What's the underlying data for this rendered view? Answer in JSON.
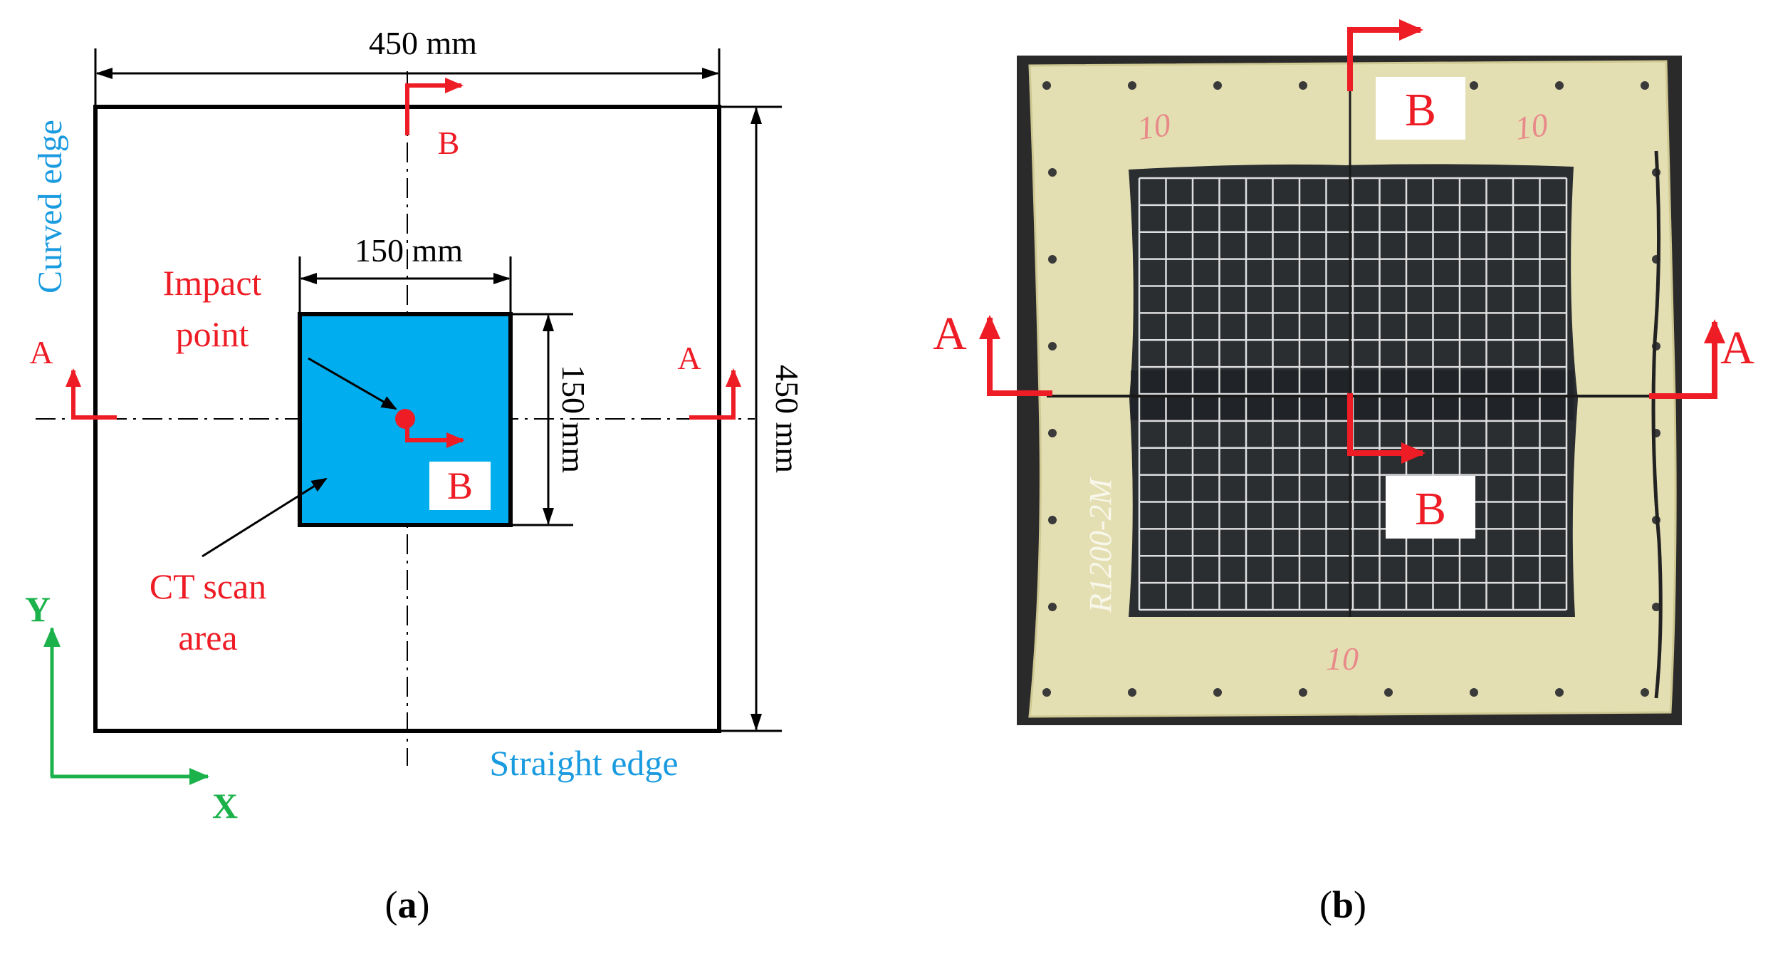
{
  "colors": {
    "red": "#ee1c25",
    "blue_text": "#1a9be0",
    "ct_fill": "#00aeef",
    "green": "#1bb24b",
    "black": "#000000",
    "board": "#e4dfb2",
    "board_edge": "#cfc893",
    "photo_bg": "#2a2a2a",
    "panel_dark": "#2b2e31"
  },
  "panel_a": {
    "caption_open": "(",
    "caption_letter": "a",
    "caption_close": ")",
    "dim_top": "450 mm",
    "dim_right": "450 mm",
    "dim_inner_width": "150 mm",
    "dim_inner_height": "150 mm",
    "label_curved_edge": "Curved edge",
    "label_straight_edge": "Straight edge",
    "impact_point_line1": "Impact",
    "impact_point_line2": "point",
    "ct_scan_line1": "CT scan",
    "ct_scan_line2": "area",
    "section_a_left": "A",
    "section_a_right": "A",
    "section_b_top": "B",
    "section_b_center": "B",
    "axis_y": "Y",
    "axis_x": "X"
  },
  "panel_b": {
    "caption_open": "(",
    "caption_letter": "b",
    "caption_close": ")",
    "section_b_top": "B",
    "section_b_center": "B",
    "section_a_left": "A",
    "section_a_right": "A",
    "handwriting_10_left": "10",
    "handwriting_10_right": "10",
    "handwriting_10_bottom": "10",
    "handwriting_specimen": "R1200-2M"
  }
}
